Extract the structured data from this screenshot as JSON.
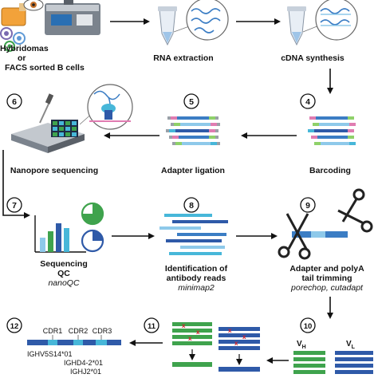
{
  "steps": {
    "s1": {
      "label_line1": "Hybridomas",
      "label_line2": "or",
      "label_line3": "FACS sorted B cells"
    },
    "s2": {
      "label": "RNA extraction"
    },
    "s3": {
      "label": "cDNA synthesis"
    },
    "s4": {
      "number": "4",
      "label": "Barcoding"
    },
    "s5": {
      "number": "5",
      "label": "Adapter ligation"
    },
    "s6": {
      "number": "6",
      "label": "Nanopore sequencing"
    },
    "s7": {
      "number": "7",
      "label_line1": "Sequencing",
      "label_line2": "QC",
      "tool": "nanoQC"
    },
    "s8": {
      "number": "8",
      "label_line1": "Identification of",
      "label_line2": "antibody reads",
      "tool": "minimap2"
    },
    "s9": {
      "number": "9",
      "label_line1": "Adapter and polyA",
      "label_line2": "tail trimming",
      "tool": "porechop, cutadapt"
    },
    "s10": {
      "number": "10",
      "vh_main": "V",
      "vh_sub": "H",
      "vl_main": "V",
      "vl_sub": "L"
    },
    "s11": {
      "number": "11",
      "mark": "x"
    },
    "s12": {
      "number": "12",
      "cdr1": "CDR1",
      "cdr2": "CDR2",
      "cdr3": "CDR3",
      "gene_v": "IGHV5S14*01",
      "gene_d": "IGHD4-2*01",
      "gene_j": "IGHJ2*01"
    }
  },
  "colors": {
    "green": "#3fa34d",
    "light_green": "#8fd16a",
    "dark_blue": "#2f5aa8",
    "blue": "#3b7dc4",
    "light_blue": "#8ec9ea",
    "cyan": "#47b7d9",
    "pink": "#e07cb1",
    "red": "#d0202b",
    "grey": "#9aa0a8",
    "text": "#111111"
  }
}
